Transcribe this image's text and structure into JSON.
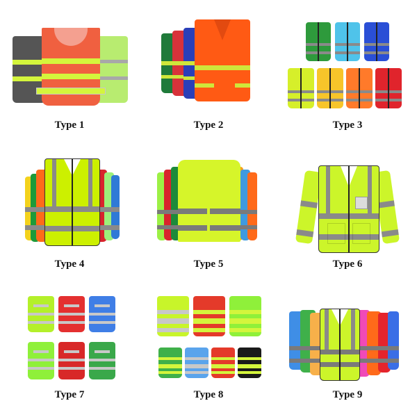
{
  "catalog": {
    "items": [
      {
        "label": "Type 1",
        "style": "mesh-tank-with-waist-belt",
        "vest_colors": [
          "#555555",
          "#f06040",
          "#b8ec70"
        ],
        "stripe_color": "#d4f53c"
      },
      {
        "label": "Type 2",
        "style": "button-front-vest",
        "vest_colors": [
          "#1f7a3a",
          "#d8323a",
          "#2a3fb8",
          "#ff5a14"
        ],
        "stripe_color": "#cfe63a"
      },
      {
        "label": "Type 3",
        "style": "zip-front-vest-set",
        "vest_colors": [
          "#2e9a3c",
          "#4fc3ea",
          "#2a4fd6",
          "#d6ef2a",
          "#f7c52a",
          "#ff7a2a",
          "#e0242c"
        ],
        "stripe_color": "#8a8a8a"
      },
      {
        "label": "Type 4",
        "style": "zip-front-with-shoulder-straps",
        "vest_colors": [
          "#f3d21c",
          "#1d9a3a",
          "#ff6a1a",
          "#ccf000",
          "#d8242c",
          "#9cf07a",
          "#2f7ad6"
        ],
        "stripe_color": "#8a8a8a"
      },
      {
        "label": "Type 5",
        "style": "back-view-vest",
        "vest_colors": [
          "#9cf045",
          "#d8242c",
          "#1d8a3a",
          "#d6f52a",
          "#f7a21c",
          "#3f9ade",
          "#ff6a1a"
        ],
        "stripe_color": "#7a7a7a"
      },
      {
        "label": "Type 6",
        "style": "long-sleeve-jacket",
        "vest_colors": [
          "#ccf52a"
        ],
        "stripe_color": "#8a8a8a"
      },
      {
        "label": "Type 7",
        "style": "tank-vest-set",
        "vest_colors": [
          "#b4f02a",
          "#e43030",
          "#3f7ee6",
          "#8ff03a",
          "#d82828",
          "#3aa84a"
        ],
        "stripe_color": "#c8c8c8"
      },
      {
        "label": "Type 8",
        "style": "tank-vest-with-belt-set",
        "vest_colors": [
          "#c8f52a",
          "#e43a2a",
          "#8ff03a",
          "#3fb04a",
          "#5aa4ec",
          "#e43a2a",
          "#1a1a1a"
        ],
        "stripe_color": "#d4f53c"
      },
      {
        "label": "Type 9",
        "style": "zip-front-vest-lineup",
        "vest_colors": [
          "#3f8ee6",
          "#3fb04a",
          "#f7b04a",
          "#ccf52a",
          "#f04ab8",
          "#ff6a1a",
          "#e4242c",
          "#3a6ee6"
        ],
        "stripe_color": "#7a7a7a"
      }
    ]
  }
}
